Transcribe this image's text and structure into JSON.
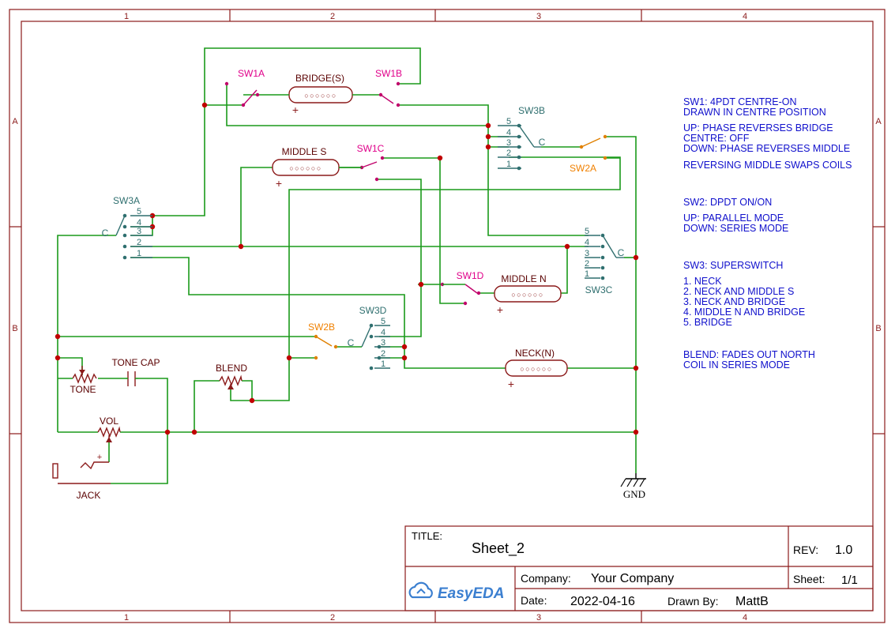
{
  "border": {
    "col_labels": [
      "1",
      "2",
      "3",
      "4"
    ],
    "row_labels": [
      "A",
      "B"
    ]
  },
  "components": {
    "pickups": {
      "bridge": "BRIDGE(S)",
      "middle_s": "MIDDLE S",
      "middle_n": "MIDDLE N",
      "neck": "NECK(N)",
      "plus": "+"
    },
    "switches": {
      "sw1a": "SW1A",
      "sw1b": "SW1B",
      "sw1c": "SW1C",
      "sw1d": "SW1D",
      "sw2a": "SW2A",
      "sw2b": "SW2B",
      "sw3a": "SW3A",
      "sw3b": "SW3B",
      "sw3c": "SW3C",
      "sw3d": "SW3D",
      "common": "C",
      "pins": [
        "5",
        "4",
        "3",
        "2",
        "1"
      ]
    },
    "pots": {
      "tone": "TONE",
      "tone_cap": "TONE CAP",
      "blend": "BLEND",
      "vol": "VOL"
    },
    "jack": {
      "label": "JACK",
      "plus": "+"
    },
    "gnd": "GND"
  },
  "notes": [
    "SW1: 4PDT CENTRE-ON",
    "DRAWN IN CENTRE POSITION",
    "UP: PHASE REVERSES BRIDGE",
    "CENTRE: OFF",
    "DOWN: PHASE REVERSES MIDDLE",
    "REVERSING MIDDLE SWAPS COILS",
    "SW2: DPDT ON/ON",
    "UP: PARALLEL MODE",
    "DOWN: SERIES MODE",
    "SW3: SUPERSWITCH",
    "1. NECK",
    "2. NECK AND MIDDLE S",
    "3. NECK AND BRIDGE",
    "4. MIDDLE N AND BRIDGE",
    "5. BRIDGE",
    "BLEND: FADES OUT NORTH",
    "COIL IN SERIES MODE"
  ],
  "title_block": {
    "title_label": "TITLE:",
    "title": "Sheet_2",
    "rev_label": "REV:",
    "rev": "1.0",
    "company_label": "Company:",
    "company": "Your Company",
    "sheet_label": "Sheet:",
    "sheet": "1/1",
    "date_label": "Date:",
    "date": "2022-04-16",
    "drawn_by_label": "Drawn By:",
    "drawn_by": "MattB",
    "logo": "EasyEDA"
  },
  "colors": {
    "wire": "#1a9a1a",
    "frame": "#8b1a1a",
    "notes": "#1010cc",
    "sw1": "#e0008a",
    "sw2": "#f08000",
    "sw3": "#2f6f6f",
    "junction": "#c00000"
  }
}
